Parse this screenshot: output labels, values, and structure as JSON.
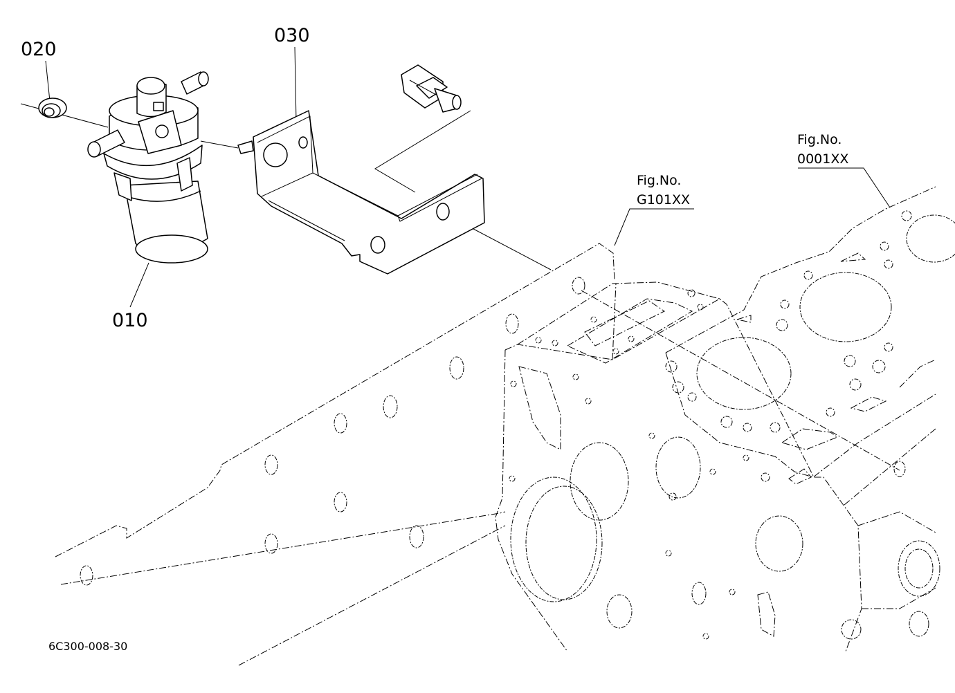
{
  "callouts": {
    "part_010": "010",
    "part_020": "020",
    "part_030": "030"
  },
  "references": {
    "engine_block": {
      "line1": "Fig.No.",
      "line2": "G101XX"
    },
    "cylinder_head": {
      "line1": "Fig.No.",
      "line2": "0001XX"
    }
  },
  "drawing_code": "6C300-008-30"
}
